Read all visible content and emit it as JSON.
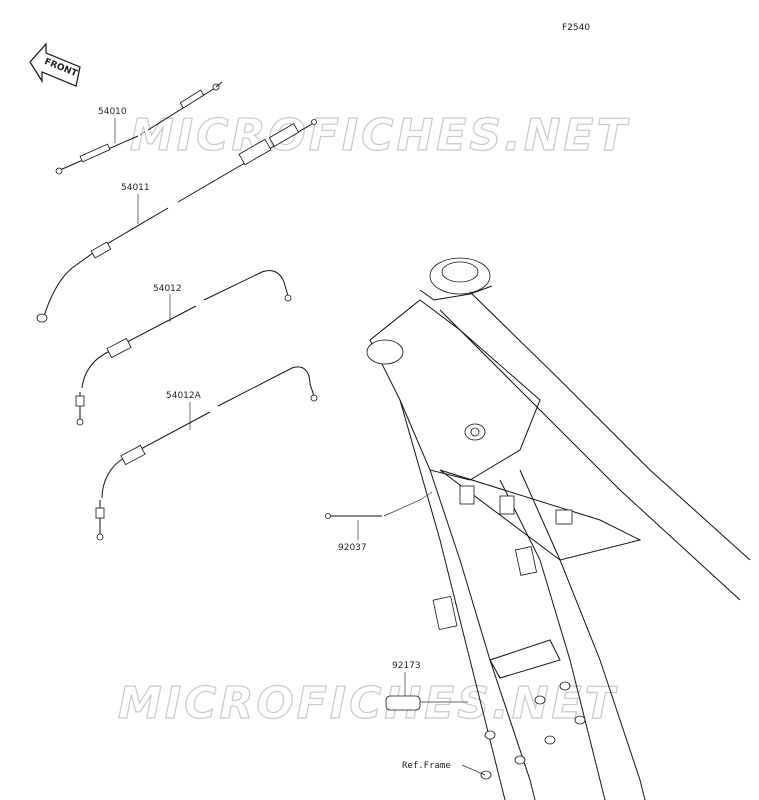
{
  "figure_code": "F2540",
  "front_arrow_label": "FRONT",
  "watermark": "MICROFICHES.NET",
  "parts": [
    {
      "number": "54010"
    },
    {
      "number": "54011"
    },
    {
      "number": "54012"
    },
    {
      "number": "54012A"
    },
    {
      "number": "92037"
    },
    {
      "number": "92173"
    }
  ],
  "reference": "Ref.Frame"
}
